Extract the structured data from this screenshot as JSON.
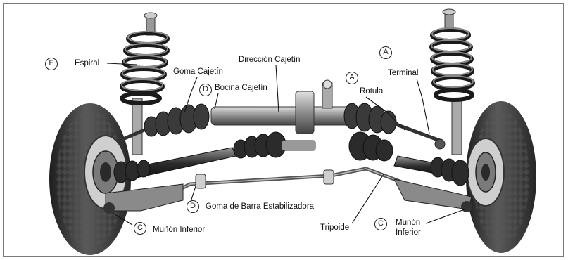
{
  "labels": {
    "espiral": "Espiral",
    "goma_cajetin": "Goma Cajetín",
    "direccion_cajetin": "Dirección Cajetín",
    "bocina_cajetin": "Bocina Cajetín",
    "terminal": "Terminal",
    "rotula": "Rotula",
    "goma_barra": "Goma de Barra Estabilizadora",
    "munon_inferior_left": "Muñón Inferior",
    "tripoide": "Tripoide",
    "munon_right_line1": "Munón",
    "munon_right_line2": "Inferior"
  },
  "badges": {
    "e": "E",
    "d_top": "D",
    "a_top": "A",
    "a_mid": "A",
    "d_bottom": "D",
    "c_left": "C",
    "c_right": "C"
  },
  "colors": {
    "metal_dark": "#2b2b2b",
    "metal_mid": "#6e6e6e",
    "metal_light": "#bdbdbd",
    "tire": "#3a3a3a",
    "line": "#111111"
  }
}
